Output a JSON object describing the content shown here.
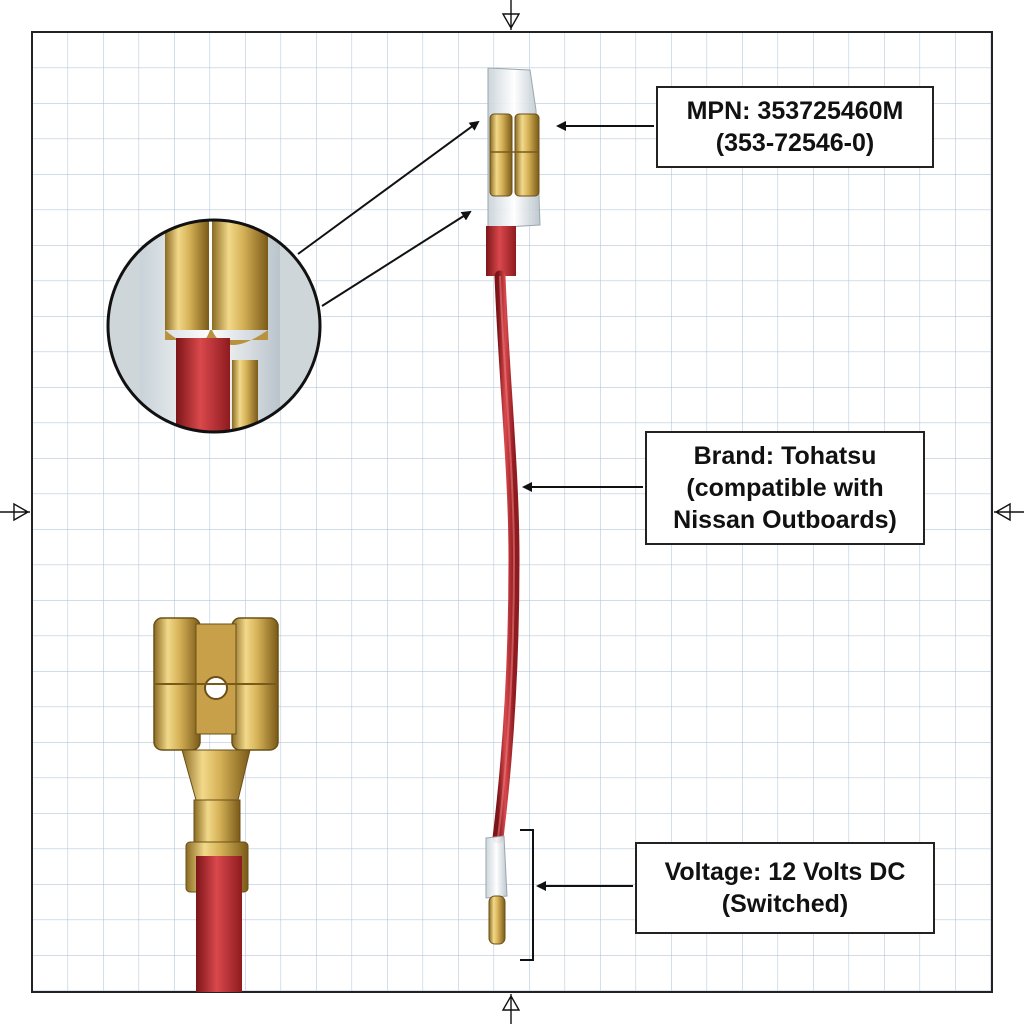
{
  "labels": {
    "mpn": {
      "line1": "MPN: 353725460M",
      "line2": "(353-72546-0)"
    },
    "brand": {
      "line1": "Brand: Tohatsu",
      "line2": "(compatible with",
      "line3": "Nissan Outboards)"
    },
    "voltage": {
      "line1": "Voltage: 12 Volts DC",
      "line2": "(Switched)"
    }
  },
  "colors": {
    "background": "#ffffff",
    "grid": "#b8c8dc",
    "frame": "#222222",
    "wire": "#b8272c",
    "brass": "#c9a44a",
    "insulator": "#e8eef2"
  },
  "icons": [
    "registration-arrow-icon",
    "callout-arrow-icon",
    "detail-magnifier-circle"
  ]
}
